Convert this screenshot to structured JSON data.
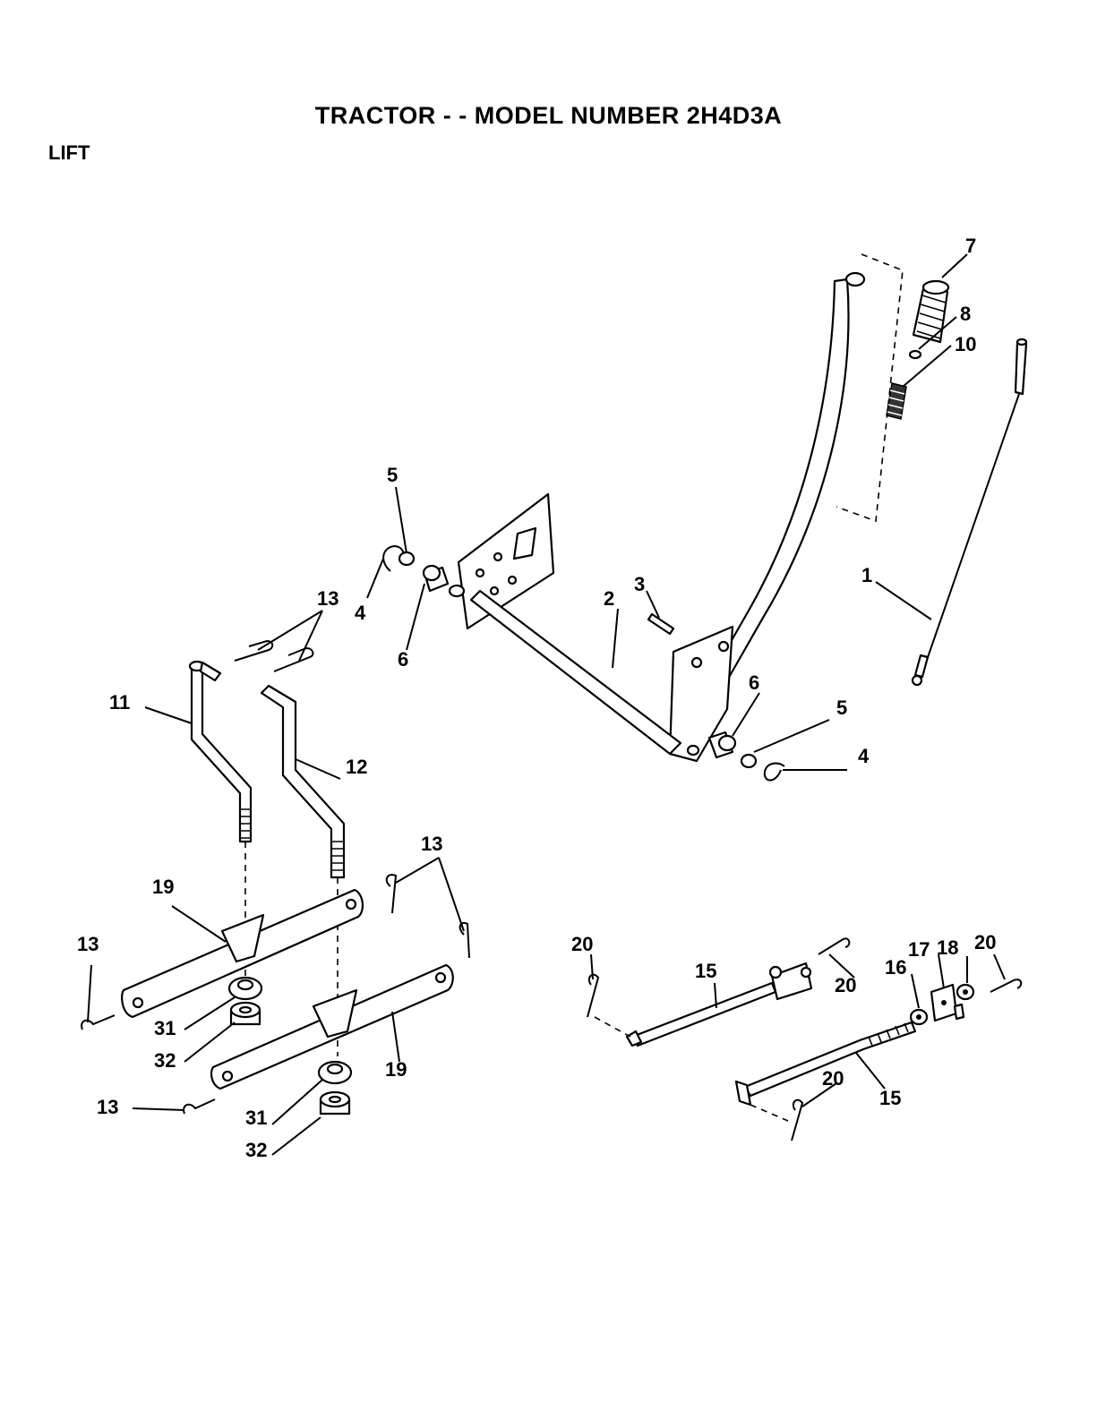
{
  "header": {
    "title": "TRACTOR - - MODEL NUMBER 2H4D3A",
    "section": "LIFT"
  },
  "callouts": {
    "c1": "1",
    "c2": "2",
    "c3": "3",
    "c4a": "4",
    "c4b": "4",
    "c5a": "5",
    "c5b": "5",
    "c6a": "6",
    "c6b": "6",
    "c7": "7",
    "c8": "8",
    "c10": "10",
    "c11": "11",
    "c12": "12",
    "c13a": "13",
    "c13b": "13",
    "c13c": "13",
    "c13d": "13",
    "c15a": "15",
    "c15b": "15",
    "c16": "16",
    "c17": "17",
    "c18": "18",
    "c19a": "19",
    "c19b": "19",
    "c20a": "20",
    "c20b": "20",
    "c20c": "20",
    "c20d": "20",
    "c31a": "31",
    "c31b": "31",
    "c32a": "32",
    "c32b": "32"
  }
}
